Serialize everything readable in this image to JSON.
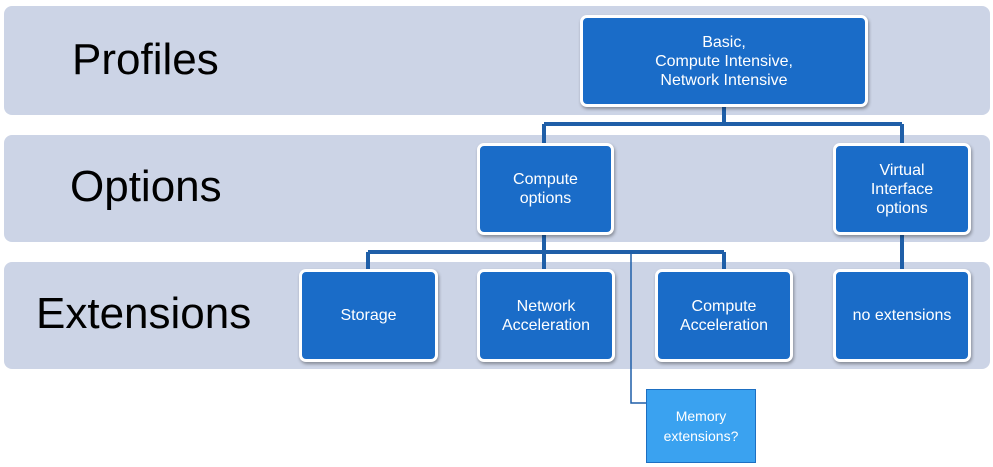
{
  "bands": {
    "profiles": "Profiles",
    "options": "Options",
    "extensions": "Extensions"
  },
  "nodes": {
    "profiles": "Basic,\nCompute Intensive,\nNetwork Intensive",
    "compute_options": "Compute\noptions",
    "virtual_interface_options": "Virtual\nInterface\noptions",
    "storage": "Storage",
    "network_acceleration": "Network\nAcceleration",
    "compute_acceleration": "Compute\nAcceleration",
    "no_extensions": "no extensions",
    "memory_extensions": "Memory\nextensions?"
  },
  "colors": {
    "band": "#ccd4e6",
    "node": "#1a6cc8",
    "connector": "#1f5fa8",
    "note": "#3aa2f0"
  }
}
